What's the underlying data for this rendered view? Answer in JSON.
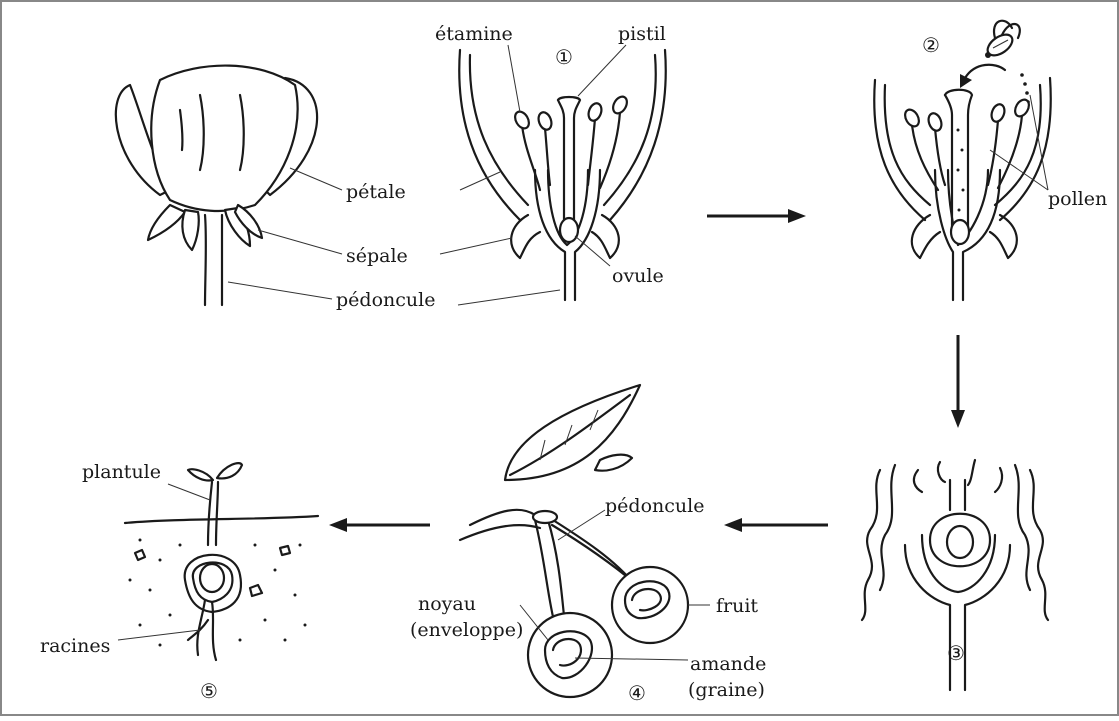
{
  "labels": {
    "etamine": "étamine",
    "pistil": "pistil",
    "petale": "pétale",
    "sepale": "sépale",
    "pedoncule_flower": "pédoncule",
    "ovule": "ovule",
    "pollen": "pollen",
    "plantule": "plantule",
    "racines": "racines",
    "pedoncule_fruit": "pédoncule",
    "fruit": "fruit",
    "noyau": "noyau",
    "enveloppe": "(enveloppe)",
    "amande": "amande",
    "graine": "(graine)"
  },
  "steps": [
    "①",
    "②",
    "③",
    "④",
    "⑤"
  ],
  "colors": {
    "ink": "#1a1a1a",
    "background": "#ffffff",
    "frame": "#888888"
  }
}
